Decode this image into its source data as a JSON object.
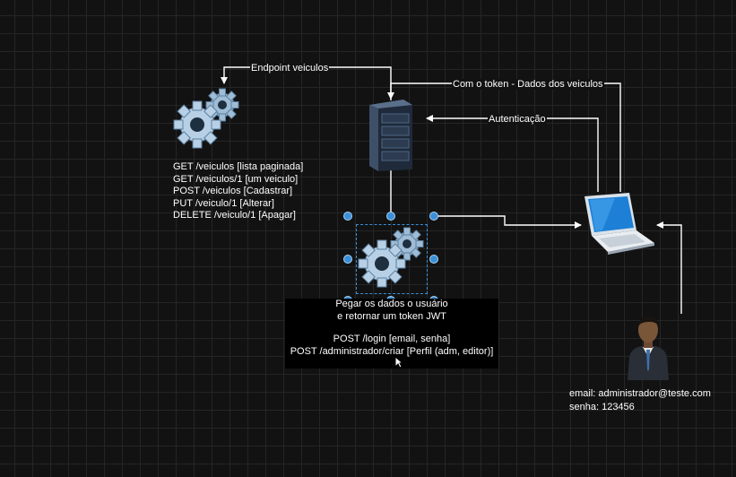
{
  "edges": {
    "endpoint_veiculos": "Endpoint veiculos",
    "com_o_token": "Com o token - Dados dos veiculos",
    "autenticacao": "Autenticação"
  },
  "veiculos_service": {
    "endpoints": [
      "GET /veiculos [lista paginada]",
      "GET /veiculos/1 [um veiculo]",
      "POST /veiculos [Cadastrar]",
      "PUT /veiculo/1 [Alterar]",
      "DELETE /veiculo/1 [Apagar]"
    ]
  },
  "auth_service": {
    "description": [
      "Pegar os dados o usuário",
      "e retornar um token JWT"
    ],
    "endpoints": [
      "POST /login [email, senha]",
      "POST /administrador/criar [Perfil (adm, editor)]"
    ]
  },
  "user": {
    "email_line": "email: administrador@teste.com",
    "senha_line": "senha: 123456"
  },
  "colors": {
    "background": "#121212",
    "grid": "#252525",
    "line": "#ffffff",
    "selection": "#3a8fd8"
  }
}
